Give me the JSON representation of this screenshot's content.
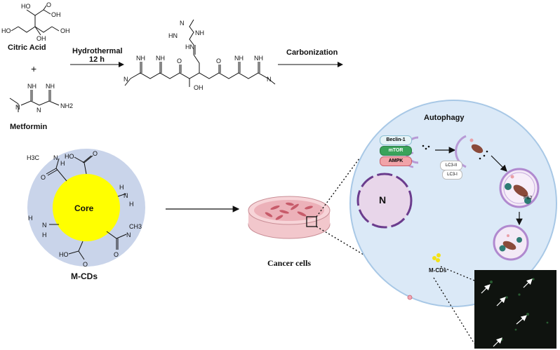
{
  "reactants": {
    "citric_acid": "Citric Acid",
    "plus": "+",
    "metformin": "Metformin"
  },
  "reaction": {
    "step1_line1": "Hydrothermal",
    "step1_line2": "12 h",
    "step2": "Carbonization"
  },
  "mcd": {
    "core": "Core",
    "name": "M-CDs",
    "groups": [
      "H3C",
      "N",
      "H",
      "HO",
      "O",
      "N",
      "H",
      "H",
      "H",
      "N",
      "H",
      "N",
      "CH3",
      "O",
      "HO",
      "O"
    ]
  },
  "cells": {
    "label": "Cancer cells"
  },
  "autophagy": {
    "title": "Autophagy",
    "nucleus": "N",
    "proteins": [
      "Beclin-1",
      "mTOR",
      "AMPK"
    ],
    "lc3": [
      "LC3-II",
      "LC3-I"
    ],
    "p62": "P62",
    "mcds": "M-CDs"
  },
  "chem_atoms": {
    "ho": "HO",
    "oh": "OH",
    "o": "O",
    "nh": "NH",
    "nh2": "NH2",
    "n": "N",
    "hn": "HN",
    "h": "H"
  },
  "colors": {
    "mcd_halo": "#c9d4ea",
    "core": "#ffff00",
    "cell_fill": "#dbe9f7",
    "cell_border": "#a8c8e6",
    "nucleus": "#e8d6ea",
    "nucleus_border": "#6b3c8d",
    "mtor": "#3aa35a",
    "ampk": "#f1a3a8",
    "beclin": "#e6f3f7",
    "fluor_bg": "#0f130f"
  }
}
